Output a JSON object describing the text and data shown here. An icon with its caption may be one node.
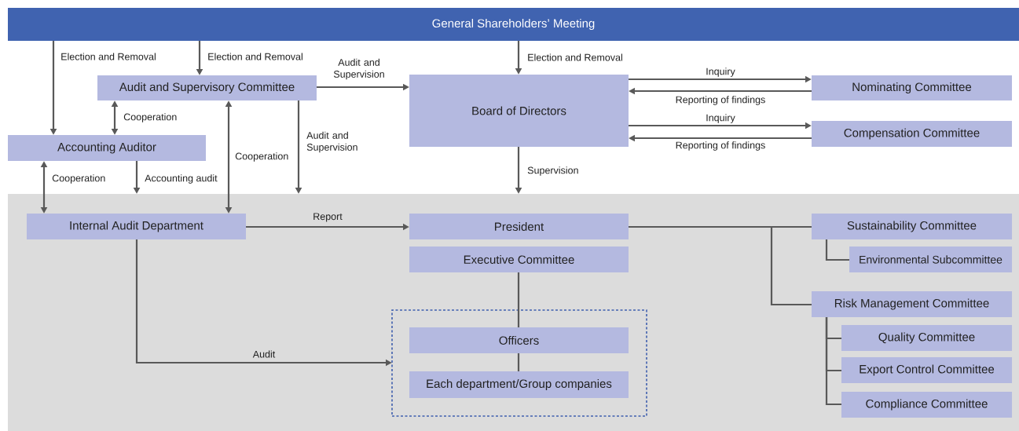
{
  "diagram": {
    "nodes": [
      {
        "text": [
          "General Shareholders’ Meeting"
        ]
      },
      {
        "text": [
          "Audit and Supervisory Committee"
        ]
      },
      {
        "text": [
          "Board of Directors"
        ]
      },
      {
        "text": [
          "Nominating Committee"
        ]
      },
      {
        "text": [
          "Compensation Committee"
        ]
      },
      {
        "text": [
          "Accounting Auditor"
        ]
      },
      {
        "text": [],
        "shape": "box"
      },
      {
        "text": [
          "Internal Audit Department"
        ],
        "in": 6
      },
      {
        "text": [
          "President"
        ],
        "in": 6
      },
      {
        "text": [
          "Executive Committee"
        ],
        "in": 6
      },
      {
        "text": [],
        "shape": "box",
        "in": 6
      },
      {
        "text": [
          "Officers"
        ],
        "in": 10
      },
      {
        "text": [
          "Each department/Group companies"
        ],
        "in": 10
      },
      {
        "text": [
          "Sustainability Committee"
        ],
        "in": 6
      },
      {
        "text": [
          "Environmental Subcommittee"
        ],
        "in": 6
      },
      {
        "text": [
          "Risk Management Committee"
        ],
        "in": 6
      },
      {
        "text": [
          "Quality Committee"
        ],
        "in": 6
      },
      {
        "text": [
          "Export Control Committee"
        ],
        "in": 6
      },
      {
        "text": [
          "Compliance Committee"
        ],
        "in": 6
      }
    ],
    "edges": [
      {
        "from": 0,
        "to": 5,
        "arrow": "to",
        "label": "Election and Removal"
      },
      {
        "from": 0,
        "to": 1,
        "arrow": "to",
        "label": "Election and Removal"
      },
      {
        "from": 0,
        "to": 2,
        "arrow": "to",
        "label": "Election and Removal"
      },
      {
        "from": 1,
        "to": 2,
        "arrow": "to",
        "label": "Audit and Supervision"
      },
      {
        "from": 2,
        "to": 3,
        "arrow": "to",
        "label": "Inquiry"
      },
      {
        "from": 3,
        "to": 2,
        "arrow": "to",
        "label": "Reporting of findings"
      },
      {
        "from": 2,
        "to": 4,
        "arrow": "to",
        "label": "Inquiry"
      },
      {
        "from": 4,
        "to": 2,
        "arrow": "to",
        "label": "Reporting of findings"
      },
      {
        "from": 1,
        "to": 5,
        "arrow": "both",
        "label": "Cooperation"
      },
      {
        "from": 1,
        "to": 7,
        "arrow": "both",
        "label": "Cooperation"
      },
      {
        "from": 1,
        "to": 6,
        "arrow": "to",
        "label": "Audit and Supervision"
      },
      {
        "from": 5,
        "to": 7,
        "arrow": "both",
        "label": "Cooperation"
      },
      {
        "from": 5,
        "to": 6,
        "arrow": "to",
        "label": "Accounting audit"
      },
      {
        "from": 2,
        "to": 6,
        "arrow": "to",
        "label": "Supervision"
      },
      {
        "from": 7,
        "to": 8,
        "arrow": "to",
        "label": "Report"
      },
      {
        "from": 7,
        "to": 10,
        "arrow": "to",
        "label": "Audit"
      },
      {
        "from": 9,
        "to": 11,
        "arrow": "none"
      },
      {
        "from": 11,
        "to": 12,
        "arrow": "none"
      },
      {
        "from": 8,
        "to": 13,
        "arrow": "none"
      },
      {
        "from": 8,
        "to": 15,
        "arrow": "none"
      },
      {
        "from": 13,
        "to": 14,
        "arrow": "none"
      },
      {
        "from": 15,
        "to": 16,
        "arrow": "none"
      },
      {
        "from": 15,
        "to": 17,
        "arrow": "none"
      },
      {
        "from": 15,
        "to": 18,
        "arrow": "none"
      }
    ]
  }
}
